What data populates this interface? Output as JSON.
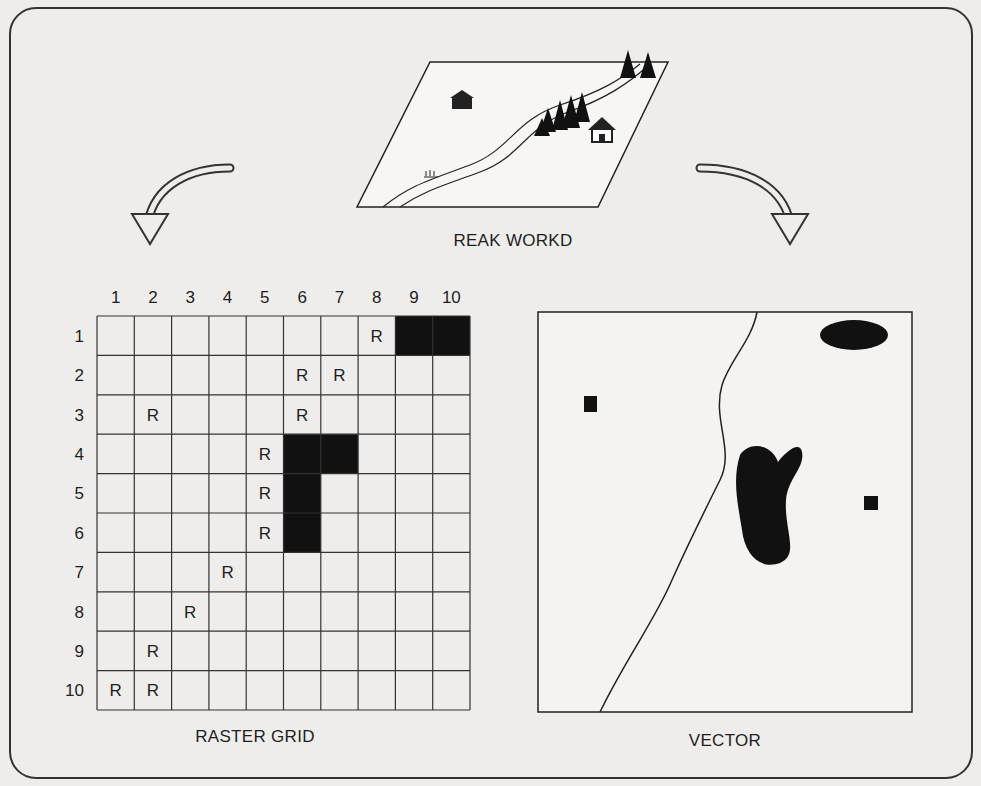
{
  "diagram": {
    "labels": [
      "REAK WORKD",
      "1",
      "2",
      "3",
      "4",
      "5",
      "6",
      "7",
      "8",
      "9",
      "10",
      "1",
      "2",
      "3",
      "4",
      "5",
      "6",
      "7",
      "8",
      "9",
      "10",
      "R",
      "R",
      "R",
      "R",
      "R",
      "R",
      "R",
      "R",
      "R",
      "R",
      "R",
      "R",
      "R",
      "RASTER GRID",
      "VECTOR"
    ]
  }
}
